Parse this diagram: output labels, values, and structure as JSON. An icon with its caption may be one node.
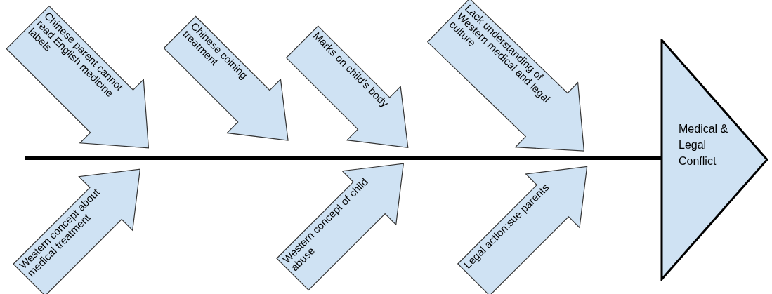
{
  "diagram": {
    "nodes": [
      {
        "text": [
          "Chinese parent cannot read English medicine labels"
        ]
      },
      {
        "text": [
          "Chinese coining treatment"
        ]
      },
      {
        "text": [
          "Marks on child's body"
        ]
      },
      {
        "text": [
          "Lack understanding of Western medical and legal culture"
        ]
      },
      {
        "text": [
          "Western concept about medical treatment"
        ]
      },
      {
        "text": [
          "Western concept of child abuse"
        ]
      },
      {
        "text": [
          "Legal action:sue parents"
        ]
      },
      {
        "text": [
          "Medical & Legal Conflict"
        ]
      }
    ],
    "edges": [
      {
        "from": null,
        "to": 7,
        "arrow": "none"
      }
    ]
  }
}
